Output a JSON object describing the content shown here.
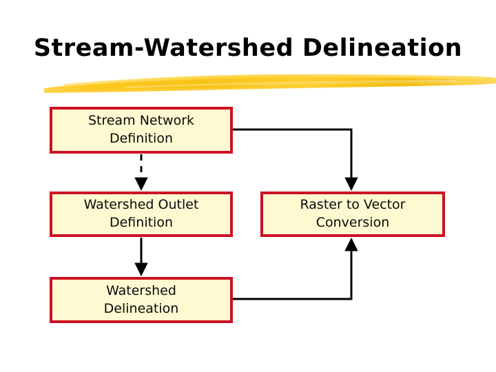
{
  "slide": {
    "title": "Stream-Watershed Delineation",
    "background_color": "#FFFFFF",
    "title_color": "#000000",
    "underline_color": "#F5C518"
  },
  "theme": {
    "box_fill": "#FDFAD2",
    "box_border": "#CC1122",
    "connector_color": "#000000",
    "text_color": "#0A0A0A"
  },
  "diagram": {
    "boxes": [
      {
        "id": "stream-network",
        "label": "Stream Network\nDefinition"
      },
      {
        "id": "watershed-outlet",
        "label": "Watershed Outlet\nDefinition"
      },
      {
        "id": "raster-vector",
        "label": "Raster to Vector\nConversion"
      },
      {
        "id": "watershed-delineation",
        "label": "Watershed\nDelineation"
      }
    ],
    "connectors": [
      {
        "id": "stream-network-to-watershed-outlet",
        "from": "stream-network",
        "to": "watershed-outlet",
        "style": "dashed",
        "arrow": "down"
      },
      {
        "id": "watershed-outlet-to-watershed-delineation",
        "from": "watershed-outlet",
        "to": "watershed-delineation",
        "style": "solid",
        "arrow": "down"
      },
      {
        "id": "stream-network-to-raster-vector",
        "from": "stream-network",
        "to": "raster-vector",
        "style": "solid-elbow",
        "arrow": "down"
      },
      {
        "id": "watershed-delineation-to-raster-vector",
        "from": "watershed-delineation",
        "to": "raster-vector",
        "style": "solid-elbow",
        "arrow": "up"
      }
    ]
  }
}
